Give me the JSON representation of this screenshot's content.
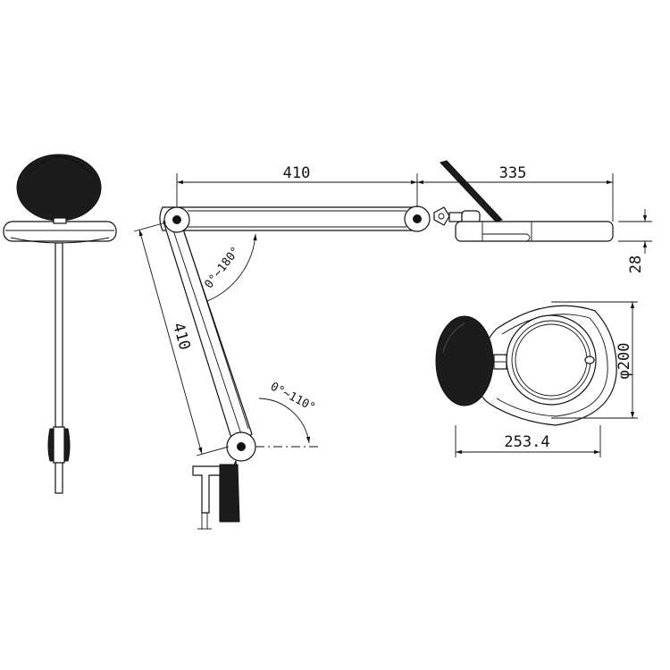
{
  "dimensions": {
    "upper_arm_length": "410",
    "lower_arm_length": "410",
    "head_length": "335",
    "head_height": "28",
    "lens_diameter": "φ200",
    "head_width": "253.4"
  },
  "angles": {
    "elbow_range": "0°~180°",
    "base_range": "0°~110°"
  }
}
